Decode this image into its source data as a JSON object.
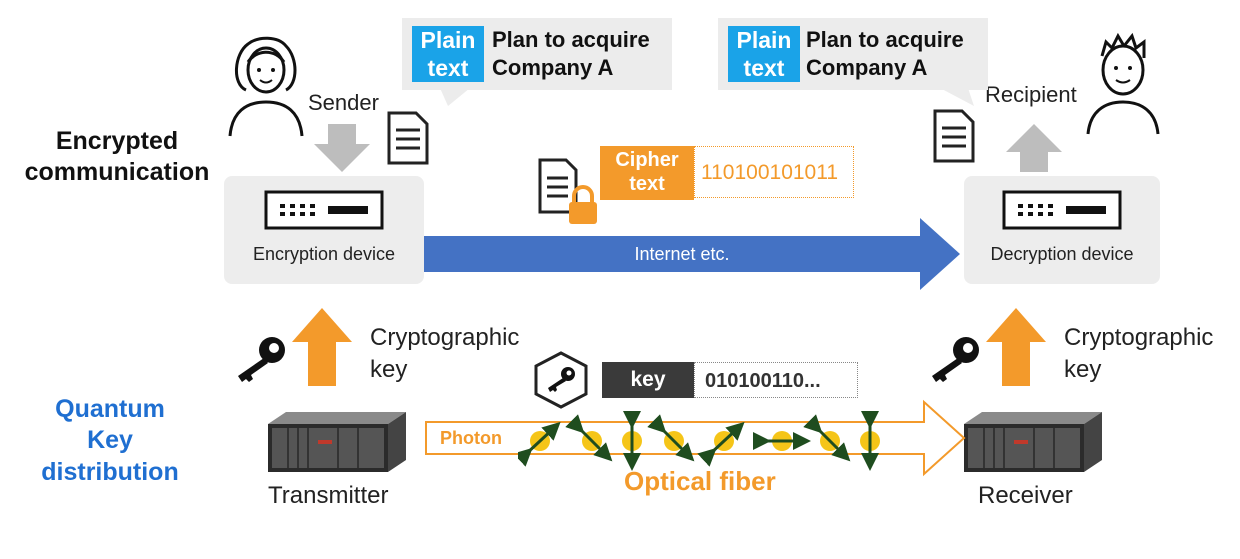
{
  "sections": {
    "encrypted": "Encrypted\ncommunication",
    "qkd": "Quantum\nKey\ndistribution"
  },
  "sender": {
    "label": "Sender"
  },
  "recipient": {
    "label": "Recipient"
  },
  "bubble_left": {
    "tag": "Plain\ntext",
    "text": "Plan to acquire\nCompany A"
  },
  "bubble_right": {
    "tag": "Plain\ntext",
    "text": "Plan to acquire\nCompany A"
  },
  "encryption_device": {
    "label": "Encryption device"
  },
  "decryption_device": {
    "label": "Decryption device"
  },
  "channel": {
    "label": "Internet etc."
  },
  "cipher": {
    "tag": "Cipher\ntext",
    "value": "110100101011"
  },
  "qkd_key": {
    "tag": "key",
    "value": "010100110..."
  },
  "left_key_label": "Cryptographic\nkey",
  "right_key_label": "Cryptographic\nkey",
  "transmitter": {
    "label": "Transmitter"
  },
  "receiver": {
    "label": "Receiver"
  },
  "photon_label": "Photon",
  "fiber_label": "Optical fiber",
  "colors": {
    "blue_arrow": "#4472c4",
    "orange": "#f39a2b",
    "plain_tag": "#1aa3e8",
    "qkd_blue": "#1f6fd1",
    "photon": "#f5c518",
    "polarization": "#1f4d1f"
  }
}
